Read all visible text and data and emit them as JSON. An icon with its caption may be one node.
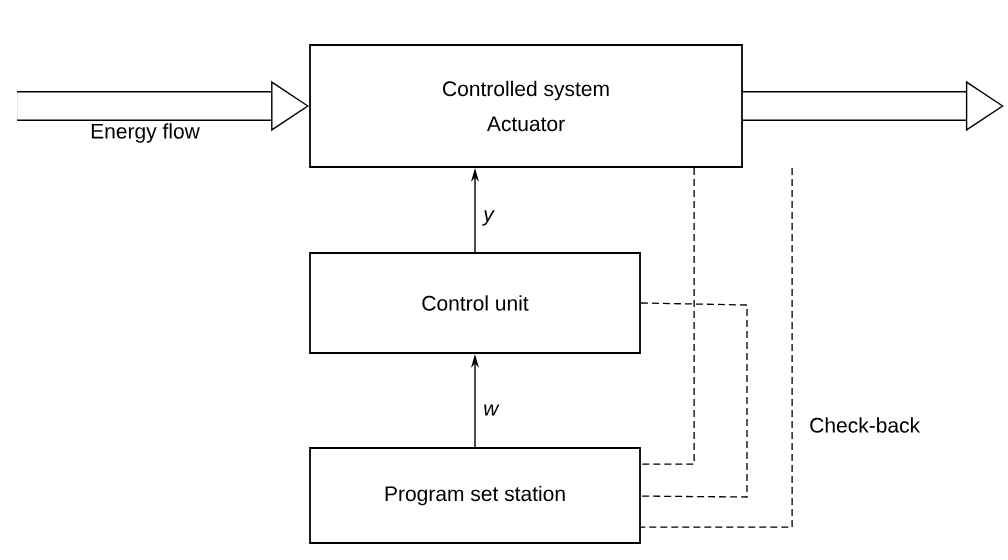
{
  "diagram": {
    "nodes": [
      {
        "text": [
          "Controlled system",
          "Actuator"
        ]
      },
      {
        "text": [
          "Control unit"
        ]
      },
      {
        "text": [
          "Program set station"
        ]
      }
    ],
    "edges": [
      {
        "from": null,
        "to": 0,
        "arrow": "to",
        "label": "Energy flow",
        "style": "thick"
      },
      {
        "from": 0,
        "to": null,
        "arrow": "to",
        "style": "thick"
      },
      {
        "from": 1,
        "to": 0,
        "arrow": "to",
        "label": "y"
      },
      {
        "from": 2,
        "to": 1,
        "arrow": "to",
        "label": "w"
      },
      {
        "from": 0,
        "to": 2,
        "arrow": "none",
        "style": "dashed"
      },
      {
        "from": 1,
        "to": 2,
        "arrow": "none",
        "style": "dashed"
      },
      {
        "from": 0,
        "to": 2,
        "arrow": "none",
        "style": "dashed",
        "label": "Check-back"
      }
    ]
  }
}
